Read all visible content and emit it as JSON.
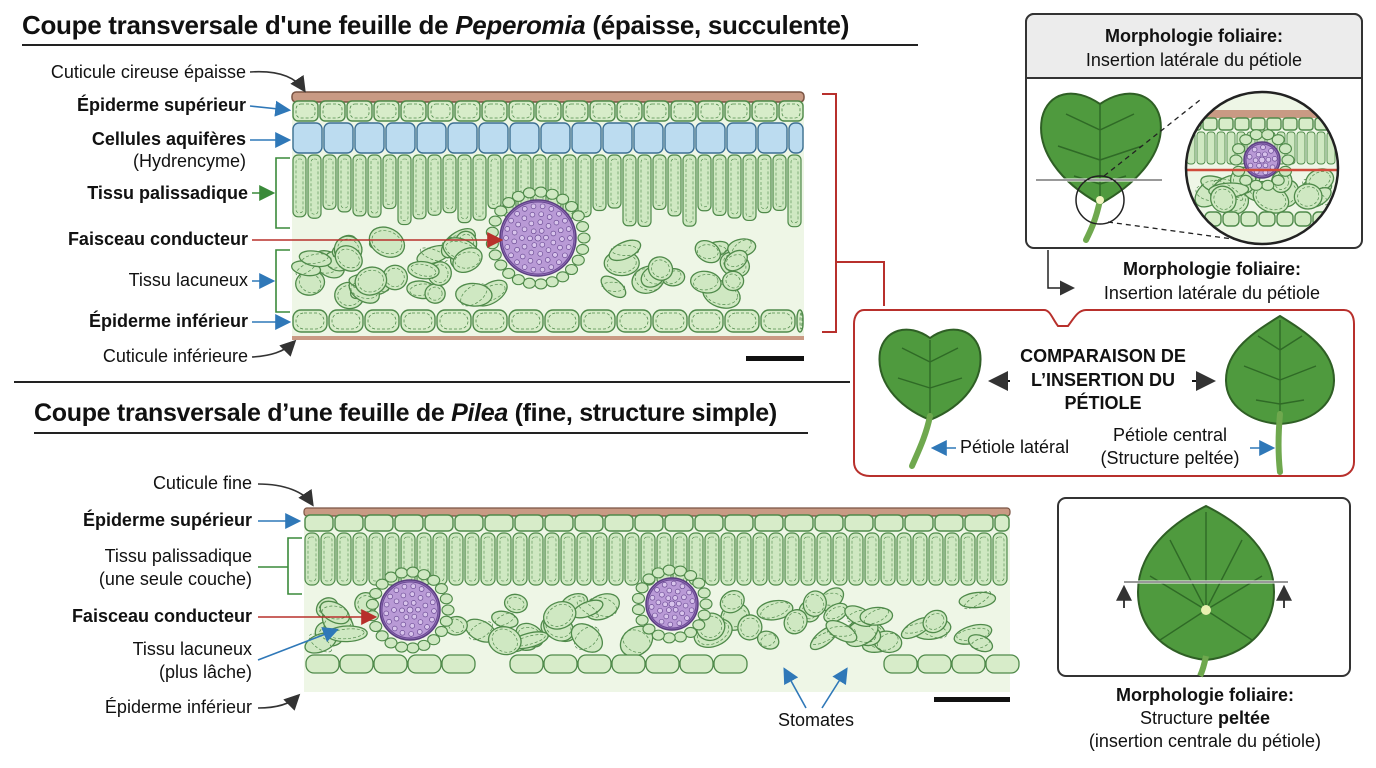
{
  "peperomia": {
    "title_prefix": "Coupe  transversale d'une feuille de ",
    "title_genus": "Peperomia",
    "title_suffix": " (épaisse, succulente)",
    "labels": {
      "cuticle": "Cuticule cireuse épaisse",
      "upper_epidermis": "Épiderme supérieur",
      "water_cells": "Cellules aquifères",
      "water_cells_sub": "(Hydrencyme)",
      "palisade": "Tissu palissadique",
      "vascular": "Faisceau conducteur",
      "spongy": "Tissu lacuneux",
      "lower_epidermis": "Épiderme inférieur",
      "lower_cuticle": "Cuticule inférieure"
    }
  },
  "pilea": {
    "title_prefix": "Coupe transversale d’une feuille de ",
    "title_genus": "Pilea",
    "title_suffix": " (fine, structure simple)",
    "labels": {
      "cuticle": "Cuticule fine",
      "upper_epidermis": "Épiderme supérieur",
      "palisade_1": "Tissu palissadique",
      "palisade_2": "(une seule couche)",
      "vascular": "Faisceau conducteur",
      "spongy_1": "Tissu lacuneux",
      "spongy_2": "(plus lâche)",
      "lower_epidermis": "Épiderme inférieur",
      "stomata": "Stomates"
    }
  },
  "morpho_top": {
    "heading": "Morphologie foliaire:",
    "subheading": "Insertion latérale du pétiole"
  },
  "morpho_mid": {
    "heading": "Morphologie foliaire:",
    "subheading": "Insertion latérale du pétiole"
  },
  "comparison": {
    "line1": "COMPARAISON DE",
    "line2": "L’INSERTION DU",
    "line3": "PÉTIOLE",
    "lateral": "Pétiole latéral",
    "central_1": "Pétiole central",
    "central_2": "(Structure peltée)"
  },
  "morpho_bottom": {
    "heading": "Morphologie foliaire:",
    "line2_prefix": "Structure ",
    "line2_bold": "peltée",
    "line3": "(insertion centrale du pétiole)"
  },
  "colors": {
    "cell_green": "#cfe8c2",
    "cell_stroke": "#4f8a4a",
    "water_blue": "#bcdcf0",
    "vascular_purple": "#b99ad6",
    "cuticle_brown": "#b98a72",
    "leaf_green": "#4f9a3e",
    "accent_red": "#b8302c",
    "arrow_blue": "#2f78b8",
    "arrow_green": "#3a8a3a"
  }
}
